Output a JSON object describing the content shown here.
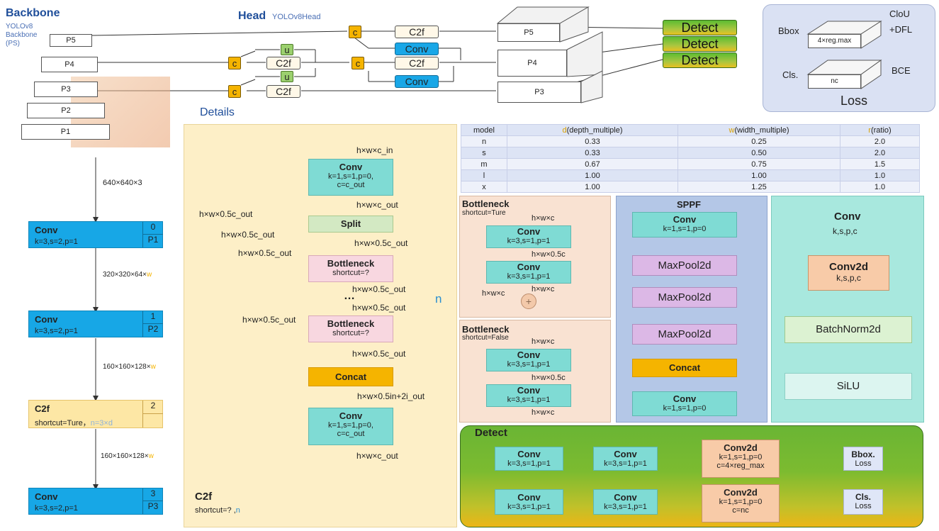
{
  "backbone": {
    "title": "Backbone",
    "subtitle1": "YOLOv8",
    "subtitle2": "Backbone",
    "subtitle3": "(PS)",
    "levels": [
      "P5",
      "P4",
      "P3",
      "P2",
      "P1"
    ],
    "input_dim": "640×640×3",
    "stages": [
      {
        "name": "Conv",
        "params": "k=3,s=2,p=1",
        "index": "0",
        "level": "P1"
      },
      {
        "name": "Conv",
        "params": "k=3,s=2,p=1",
        "index": "1",
        "level": "P2"
      },
      {
        "name": "C2f",
        "params": "shortcut=Ture，",
        "params_extra": "n=3×d",
        "index": "2",
        "level": ""
      },
      {
        "name": "Conv",
        "params": "k=3,s=2,p=1",
        "index": "3",
        "level": "P3"
      }
    ],
    "dims": [
      {
        "text": "320×320×64×",
        "mult": "w"
      },
      {
        "text": "160×160×128×",
        "mult": "w"
      },
      {
        "text": "160×160×128×",
        "mult": "w"
      }
    ]
  },
  "head": {
    "title": "Head",
    "subtitle": "YOLOv8Head",
    "c_label": "c",
    "u_label": "u",
    "c2f_label": "C2f",
    "conv_label": "Conv",
    "detect_label": "Detect",
    "levels": [
      "P5",
      "P4",
      "P3"
    ]
  },
  "loss": {
    "bbox": "Bbox",
    "cls": "Cls.",
    "bbox_dim": "4×reg.max",
    "cls_dim": "nc",
    "ciou_line1": "CloU",
    "ciou_line2": "+DFL",
    "bce": "BCE",
    "title": "Loss"
  },
  "details": {
    "title": "Details",
    "c2f_title": "C2f",
    "c2f_sub_a": "shortcut=? ,",
    "c2f_sub_n": "n",
    "conv_top": {
      "name": "Conv",
      "p1": "k=1,s=1,p=0,",
      "p2": "c=c_out"
    },
    "split": "Split",
    "bottleneck": "Bottleneck",
    "bottleneck_sc": "shortcut=?",
    "ellipsis": "…",
    "concat": "Concat",
    "conv_bottom": {
      "name": "Conv",
      "p1": "k=1,s=1,p=0,",
      "p2": "c=c_out"
    },
    "n_label": "n",
    "dims": {
      "in": "h×w×c_in",
      "after_conv": "h×w×c_out",
      "split_out": "h×w×0.5c_out",
      "left1": "h×w×0.5c_out",
      "left2": "h×w×0.5c_out",
      "left3": "h×w×0.5c_out",
      "left4": "h×w×0.5c_out",
      "b1_out": "h×w×0.5c_out",
      "b2_in": "h×w×0.5c_out",
      "b2_out": "h×w×0.5c_out",
      "concat_out": "h×w×0.5in+2i_out",
      "out": "h×w×c_out"
    }
  },
  "table": {
    "headers": [
      {
        "pre": "",
        "key": "model",
        "post": ""
      },
      {
        "pre": "",
        "key": "d",
        "post": "(depth_multiple)"
      },
      {
        "pre": "",
        "key": "w",
        "post": "(width_multiple)"
      },
      {
        "pre": "",
        "key": "r",
        "post": "(ratio)"
      }
    ],
    "rows": [
      [
        "n",
        "0.33",
        "0.25",
        "2.0"
      ],
      [
        "s",
        "0.33",
        "0.50",
        "2.0"
      ],
      [
        "m",
        "0.67",
        "0.75",
        "1.5"
      ],
      [
        "l",
        "1.00",
        "1.00",
        "1.0"
      ],
      [
        "x",
        "1.00",
        "1.25",
        "1.0"
      ]
    ]
  },
  "bneck_true": {
    "title": "Bottleneck",
    "sub": "shortcut=Ture",
    "conv": "Conv",
    "params": "k=3,s=1,p=1",
    "d_in": "h×w×c",
    "d_mid": "h×w×0.5c",
    "d_out": "h×w×c",
    "d_left": "h×w×c",
    "plus": "+"
  },
  "bneck_false": {
    "title": "Bottleneck",
    "sub": "shortcut=False",
    "conv": "Conv",
    "params": "k=3,s=1,p=1",
    "d_in": "h×w×c",
    "d_mid": "h×w×0.5c",
    "d_out": "h×w×c"
  },
  "sppf": {
    "title": "SPPF",
    "conv": "Conv",
    "params": "k=1,s=1,p=0",
    "maxpool": "MaxPool2d",
    "concat": "Concat"
  },
  "conv_block": {
    "title": "Conv",
    "sub": "k,s,p,c",
    "conv2d": "Conv2d",
    "conv2d_sub": "k,s,p,c",
    "bn": "BatchNorm2d",
    "silu": "SiLU"
  },
  "detect": {
    "title": "Detect",
    "conv": "Conv",
    "params": "k=3,s=1,p=1",
    "conv2d": "Conv2d",
    "conv2d_params": "k=1,s=1,p=0",
    "c_reg": "c=4×reg_max",
    "c_nc": "c=nc",
    "bbox": "Bbox.",
    "cls": "Cls.",
    "loss": "Loss"
  },
  "colors": {
    "conv_blue": "#17a7e6",
    "conv_cyan": "#7fdbd4",
    "concat_orange": "#f5b400",
    "details_bg": "#fdefc7",
    "sppf_bg": "#b4c7e7",
    "convblock_bg": "#a8e8de",
    "bottleneck_bg": "#f9e2d2",
    "detect_green": "#62b32e",
    "loss_bg": "#dae1f3",
    "mult_accent": "#f5b400"
  }
}
